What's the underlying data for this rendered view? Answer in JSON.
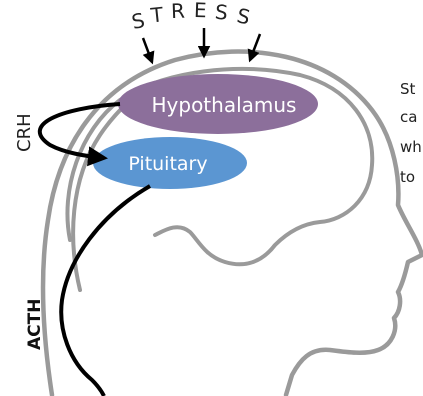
{
  "stress_letters": [
    "S",
    "T",
    "R",
    "E",
    "S",
    "S"
  ],
  "regions": {
    "hypothalamus": {
      "label": "Hypothalamus",
      "color": "#8c6f9b"
    },
    "pituitary": {
      "label": "Pituitary",
      "color": "#5b96d2"
    }
  },
  "hormones": {
    "crh": "CRH",
    "acth": "ACTH"
  },
  "caption_fragments": [
    "St",
    "ca",
    "wh",
    "to"
  ],
  "colors": {
    "head_outline": "#9a9a9a",
    "arrows": "#000000",
    "text": "#222222"
  }
}
